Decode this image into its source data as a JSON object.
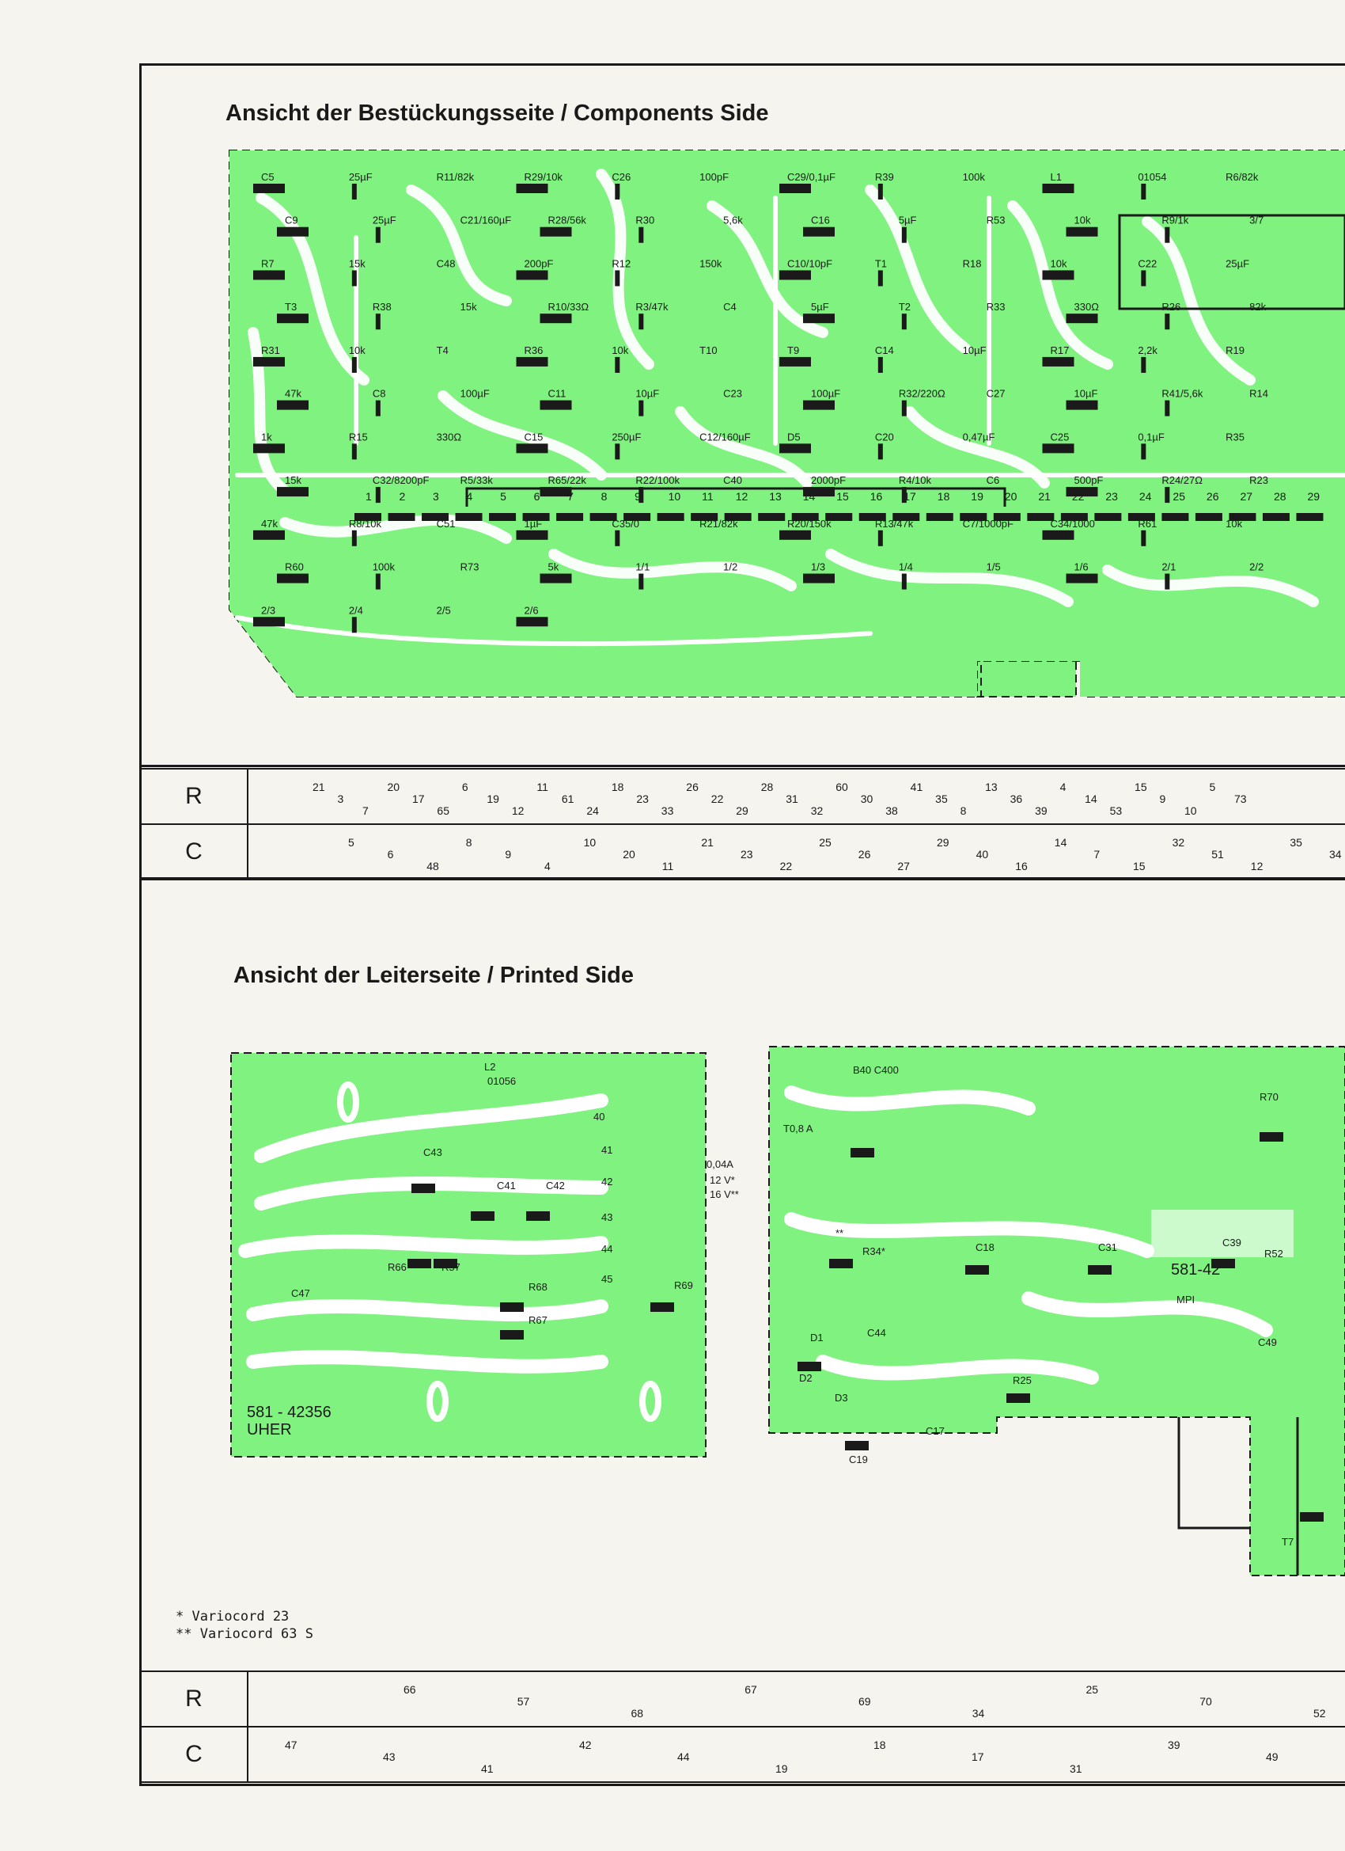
{
  "titles": {
    "components": "Ansicht der Bestückungsseite / Components Side",
    "printed": "Ansicht der Leiterseite / Printed Side"
  },
  "colors": {
    "pcb": "#7ff27f",
    "ink": "#1a1a1a",
    "paper": "#f6f4ef"
  },
  "top_labels": [
    "C5",
    "25µF",
    "R11/82k",
    "R29/10k",
    "C26",
    "100pF",
    "C29/0,1µF",
    "R39",
    "100k",
    "L1",
    "01054",
    "R6/82k",
    "C9",
    "25µF",
    "C21/160µF",
    "R28/56k",
    "R30",
    "5,6k",
    "C16",
    "5µF",
    "R53",
    "10k",
    "R9/1k",
    "3/7",
    "R7",
    "15k",
    "C48",
    "200pF",
    "R12",
    "150k",
    "C10/10pF",
    "T1",
    "R18",
    "10k",
    "C22",
    "25µF",
    "T3",
    "R38",
    "15k",
    "R10/33Ω",
    "R3/47k",
    "C4",
    "5µF",
    "T2",
    "R33",
    "330Ω",
    "R26",
    "82k",
    "R31",
    "10k",
    "T4",
    "R36",
    "10k",
    "T10",
    "T9",
    "C14",
    "10µF",
    "R17",
    "2,2k",
    "R19",
    "47k",
    "C8",
    "100µF",
    "C11",
    "10µF",
    "C23",
    "100µF",
    "R32/220Ω",
    "C27",
    "10µF",
    "R41/5,6k",
    "R14",
    "1k",
    "R15",
    "330Ω",
    "C15",
    "250µF",
    "C12/160µF",
    "D5",
    "C20",
    "0,47µF",
    "C25",
    "0,1µF",
    "R35",
    "15k",
    "C32/8200pF",
    "R5/33k",
    "R65/22k",
    "R22/100k",
    "C40",
    "2000pF",
    "R4/10k",
    "C6",
    "500pF",
    "R24/27Ω",
    "R23",
    "47k",
    "R8/10k",
    "C51",
    "1µF",
    "C35/0",
    "R21/82k",
    "R20/150k",
    "R13/47k",
    "C7/1000pF",
    "C34/1000",
    "R61",
    "10k",
    "R60",
    "100k",
    "R73",
    "5k",
    "1/1",
    "1/2",
    "1/3",
    "1/4",
    "1/5",
    "1/6",
    "2/1",
    "2/2",
    "2/3",
    "2/4",
    "2/5",
    "2/6"
  ],
  "top_pins": [
    "1",
    "2",
    "3",
    "4",
    "5",
    "6",
    "7",
    "8",
    "9",
    "10",
    "11",
    "12",
    "13",
    "14",
    "15",
    "16",
    "17",
    "18",
    "19",
    "20",
    "21",
    "22",
    "23",
    "24",
    "25",
    "26",
    "27",
    "28",
    "29"
  ],
  "bottom_labels": [
    "L2",
    "01056",
    "40",
    "41",
    "42",
    "43",
    "44",
    "45",
    "C43",
    "C41",
    "C42",
    "C47",
    "R66",
    "R57",
    "R68",
    "R67",
    "R69",
    "581 - 42356",
    "UHER",
    "B40 C400",
    "T0,8 A",
    "0,04A",
    "12 V*",
    "16 V**",
    "**",
    "R34*",
    "C18",
    "C31",
    "C39",
    "R70",
    "581-42",
    "MPI",
    "R52",
    "D1",
    "C44",
    "D2",
    "D3",
    "R25",
    "C49",
    "C17",
    "C19",
    "T7"
  ],
  "table_top": {
    "r_label": "R",
    "c_label": "C",
    "r_values": [
      "21",
      "3",
      "7",
      "20",
      "17",
      "65",
      "6",
      "19",
      "12",
      "11",
      "61",
      "24",
      "18",
      "23",
      "33",
      "26",
      "22",
      "29",
      "28",
      "31",
      "32",
      "60",
      "30",
      "38",
      "41",
      "35",
      "8",
      "13",
      "36",
      "39",
      "4",
      "14",
      "53",
      "15",
      "9",
      "10",
      "5",
      "73"
    ],
    "c_values": [
      "5",
      "6",
      "48",
      "8",
      "9",
      "4",
      "10",
      "20",
      "11",
      "21",
      "23",
      "22",
      "25",
      "26",
      "27",
      "29",
      "40",
      "16",
      "14",
      "7",
      "15",
      "32",
      "51",
      "12",
      "35",
      "34"
    ]
  },
  "table_bottom": {
    "r_label": "R",
    "c_label": "C",
    "r_values": [
      "66",
      "57",
      "68",
      "67",
      "69",
      "34",
      "25",
      "70",
      "52"
    ],
    "c_values": [
      "47",
      "43",
      "41",
      "42",
      "44",
      "19",
      "18",
      "17",
      "31",
      "39",
      "49"
    ]
  },
  "footnotes": [
    "* Variocord 23",
    "** Variocord 63 S"
  ]
}
